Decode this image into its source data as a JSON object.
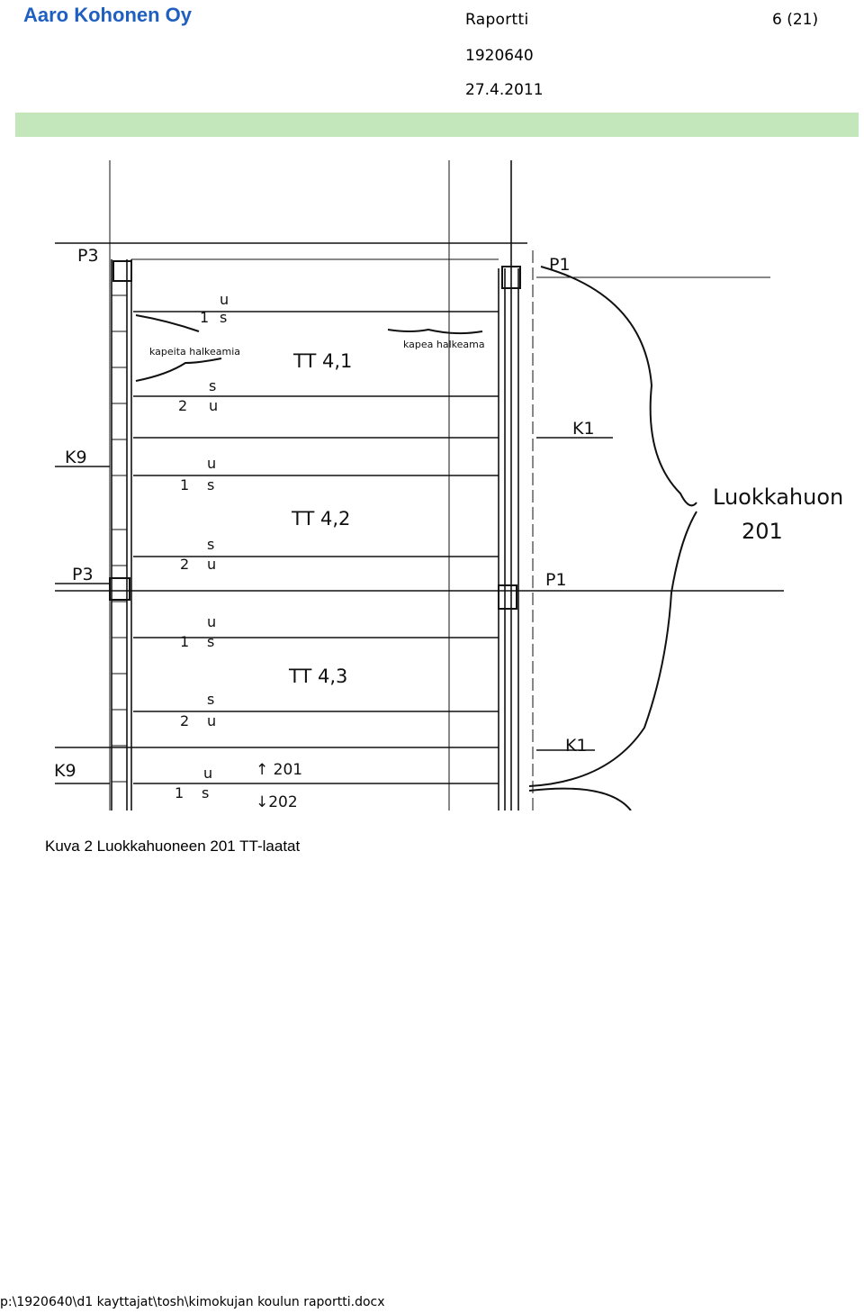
{
  "header": {
    "company": "Aaro Kohonen Oy",
    "doc_type": "Raportti",
    "page": "6 (21)",
    "doc_number": "1920640",
    "date": "27.4.2011",
    "band_color": "#c4e6bb",
    "company_color": "#1f5fbf"
  },
  "drawing": {
    "labels": {
      "p3_top": "P3",
      "p3_mid": "P3",
      "p1_top": "P1",
      "p1_mid": "P1",
      "k9_top": "K9",
      "k9_bottom": "K9",
      "k1_top": "K1",
      "k1_bottom": "K1",
      "tt41": "TT 4,1",
      "tt42": "TT 4,2",
      "tt43": "TT 4,3",
      "room_name": "Luokkahuone",
      "room_number": "201",
      "crack_left": "kapeita halkeamia",
      "crack_right": "kapea halkeama",
      "arrow_201": "↑ 201",
      "arrow_202": "↓202"
    },
    "slab_marks": {
      "u": "u",
      "s": "s",
      "one": "1",
      "two": "2"
    }
  },
  "caption": "Kuva 2 Luokkahuoneen 201 TT-laatat",
  "footer": {
    "path": "p:\\1920640\\d1 kayttajat\\tosh\\kimokujan koulun raportti.docx"
  }
}
